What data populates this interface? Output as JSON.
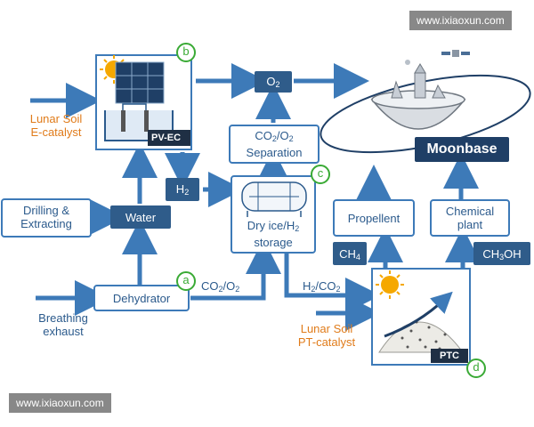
{
  "watermark": {
    "top": "www.ixiaoxun.com",
    "bottom": "www.ixiaoxun.com"
  },
  "labels": {
    "lunar_soil_top": "Lunar Soil",
    "e_catalyst": "E-catalyst",
    "drilling_line1": "Drilling &",
    "drilling_line2": "Extracting",
    "water": "Water",
    "breathing_line1": "Breathing",
    "breathing_line2": "exhaust",
    "dehydrator": "Dehydrator",
    "pv_ec": "PV-EC",
    "h2_main": "H",
    "h2_sub": "2",
    "o2_main": "O",
    "o2_sub": "2",
    "sep_co": "CO",
    "sep_2a": "2",
    "sep_slash_o": "/O",
    "sep_2b": "2",
    "separation": "Separation",
    "dry_ice_line1_main": "Dry ice/H",
    "dry_ice_line1_sub": "2",
    "dry_ice_line2": "storage",
    "co2o2_co": "CO",
    "co2o2_2a": "2",
    "co2o2_o": "/O",
    "co2o2_2b": "2",
    "h2co2_h": "H",
    "h2co2_2a": "2",
    "h2co2_co": "/CO",
    "h2co2_2b": "2",
    "propellent": "Propellent",
    "chemical_line1": "Chemical",
    "chemical_line2": "plant",
    "ch4_main": "CH",
    "ch4_sub": "4",
    "ch3oh_main": "CH",
    "ch3oh_sub": "3",
    "ch3oh_tail": "OH",
    "moonbase": "Moonbase",
    "lunar_soil_bottom": "Lunar Soil",
    "pt_catalyst": "PT-catalyst",
    "ptc": "PTC",
    "badge_a": "a",
    "badge_b": "b",
    "badge_c": "c",
    "badge_d": "d"
  },
  "colors": {
    "arrow_blue": "#3d7ab8",
    "box_border": "#3d7ab8",
    "dark_box": "#2f5c8a",
    "orange_text": "#e07b1a",
    "badge_green": "#3aaa35",
    "navy": "#1f3f66"
  },
  "icons": [
    "sun-icon",
    "solar-panel-icon",
    "electrolyzer-icon",
    "storage-tank-icon",
    "moonbase-dome-icon",
    "satellite-icon",
    "regolith-pile-icon"
  ]
}
